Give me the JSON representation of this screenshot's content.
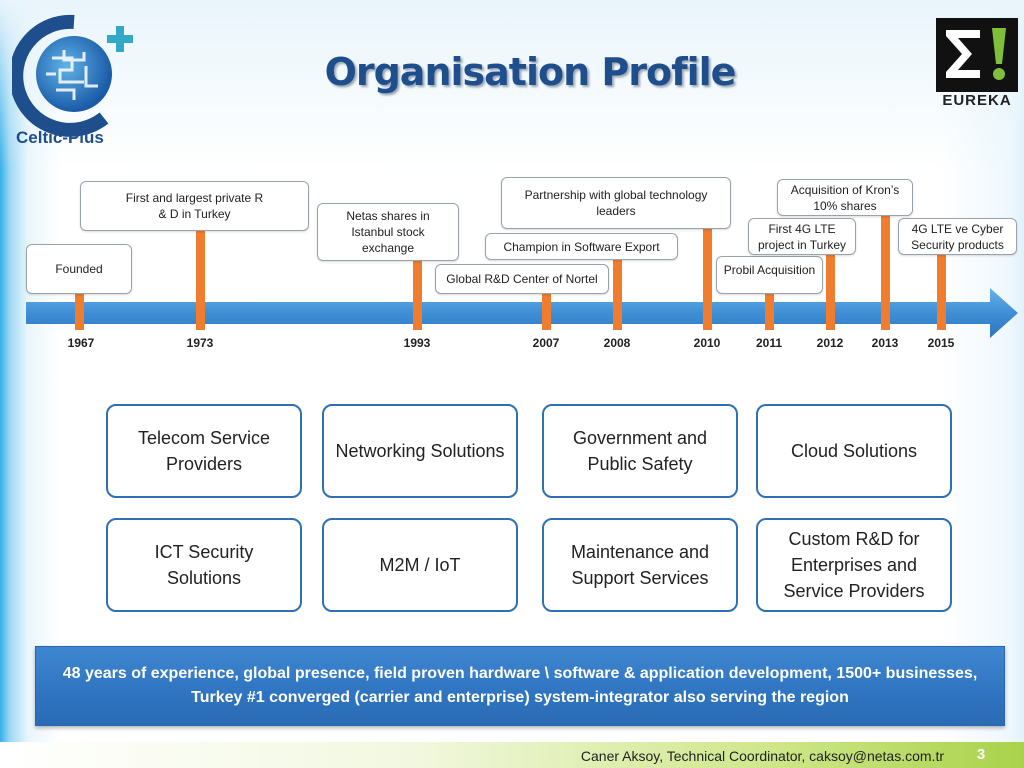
{
  "header": {
    "title": "Organisation Profile",
    "left_logo_text": "Celtic-Plus",
    "right_logo_text": "EUREKA"
  },
  "timeline": {
    "years": [
      "1967",
      "1973",
      "1993",
      "2007",
      "2008",
      "2010",
      "2011",
      "2012",
      "2013",
      "2015"
    ],
    "events": [
      {
        "text": "Founded",
        "year": "1967"
      },
      {
        "text": "First and largest private R & D in Turkey",
        "year": "1973"
      },
      {
        "text": "Netas shares in Istanbul stock exchange",
        "year": "1993"
      },
      {
        "text": "Global R&D Center of Nortel",
        "year": "2007"
      },
      {
        "text": "Champion in Software Export",
        "year": "2008"
      },
      {
        "text": "Partnership with global technology leaders",
        "year": "2010"
      },
      {
        "text": "Probil Acquisition",
        "year": "2011"
      },
      {
        "text": "First 4G LTE project in Turkey",
        "year": "2012"
      },
      {
        "text": "Acquisition of Kron’s 10% shares",
        "year": "2013"
      },
      {
        "text": "4G LTE ve Cyber Security products",
        "year": "2015"
      }
    ]
  },
  "business_areas": [
    "Telecom Service Providers",
    "Networking Solutions",
    "Government and Public Safety",
    "Cloud Solutions",
    "ICT Security Solutions",
    "M2M / IoT",
    "Maintenance and Support Services",
    "Custom R&D for Enterprises and Service Providers"
  ],
  "banner": {
    "text": "48 years of experience, global presence, field proven hardware \\ software & application development, 1500+ businesses, Turkey #1 converged (carrier and enterprise) system-integrator also serving the region"
  },
  "footer": {
    "credit": "Caner Aksoy, Technical Coordinator, caksoy@netas.com.tr",
    "page_number": "3"
  },
  "colors": {
    "timeline_arrow": "#3f8fd6",
    "stem": "#ef7d2d",
    "card_border": "#2e6fb5",
    "banner": "#2f74c0",
    "title": "#1f4e8c",
    "footer_accent": "#a9d24a"
  }
}
